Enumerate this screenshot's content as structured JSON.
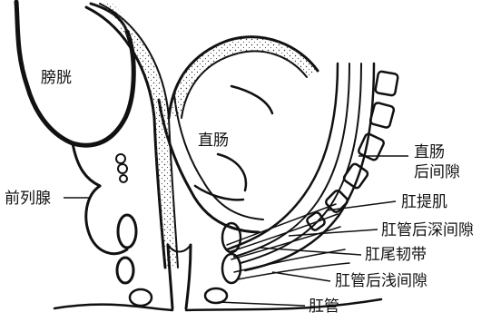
{
  "labels": {
    "bladder": "膀胱",
    "rectum": "直肠",
    "prostate": "前列腺",
    "retrorectal_line1": "直肠",
    "retrorectal_line2": "后间隙",
    "levator_ani": "肛提肌",
    "deep_postanal_space": "肛管后深间隙",
    "anococcygeal_ligament": "肛尾韧带",
    "superficial_postanal_space": "肛管后浅间隙",
    "anal_canal": "肛管"
  },
  "colors": {
    "ink": "#111111",
    "background": "#ffffff"
  }
}
